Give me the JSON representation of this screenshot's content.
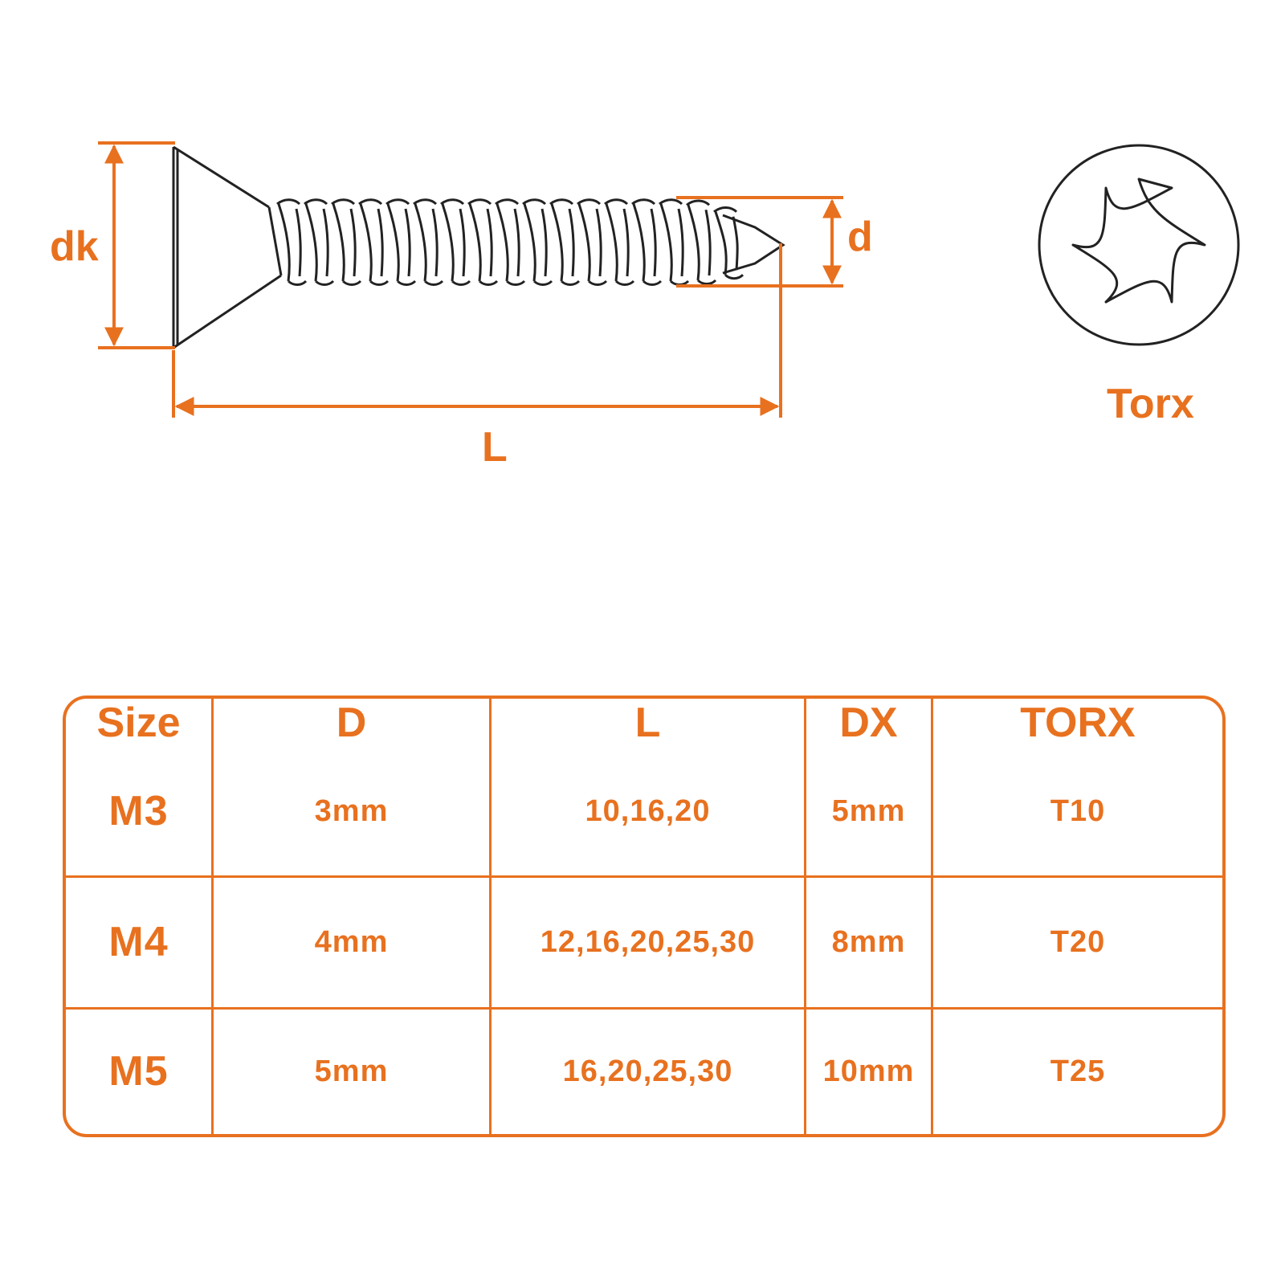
{
  "diagram": {
    "labels": {
      "head_diameter": "dk",
      "thread_diameter": "d",
      "length": "L",
      "drive_type": "Torx"
    },
    "icons": [
      "countersunk-screw-icon",
      "torx-head-icon"
    ],
    "colors": {
      "accent": "#e8711f",
      "line": "#222222"
    }
  },
  "table": {
    "headers": [
      "Size",
      "D",
      "L",
      "DX",
      "TORX"
    ],
    "rows": [
      [
        "M3",
        "3mm",
        "10,16,20",
        "5mm",
        "T10"
      ],
      [
        "M4",
        "4mm",
        "12,16,20,25,30",
        "8mm",
        "T20"
      ],
      [
        "M5",
        "5mm",
        "16,20,25,30",
        "10mm",
        "T25"
      ]
    ]
  }
}
